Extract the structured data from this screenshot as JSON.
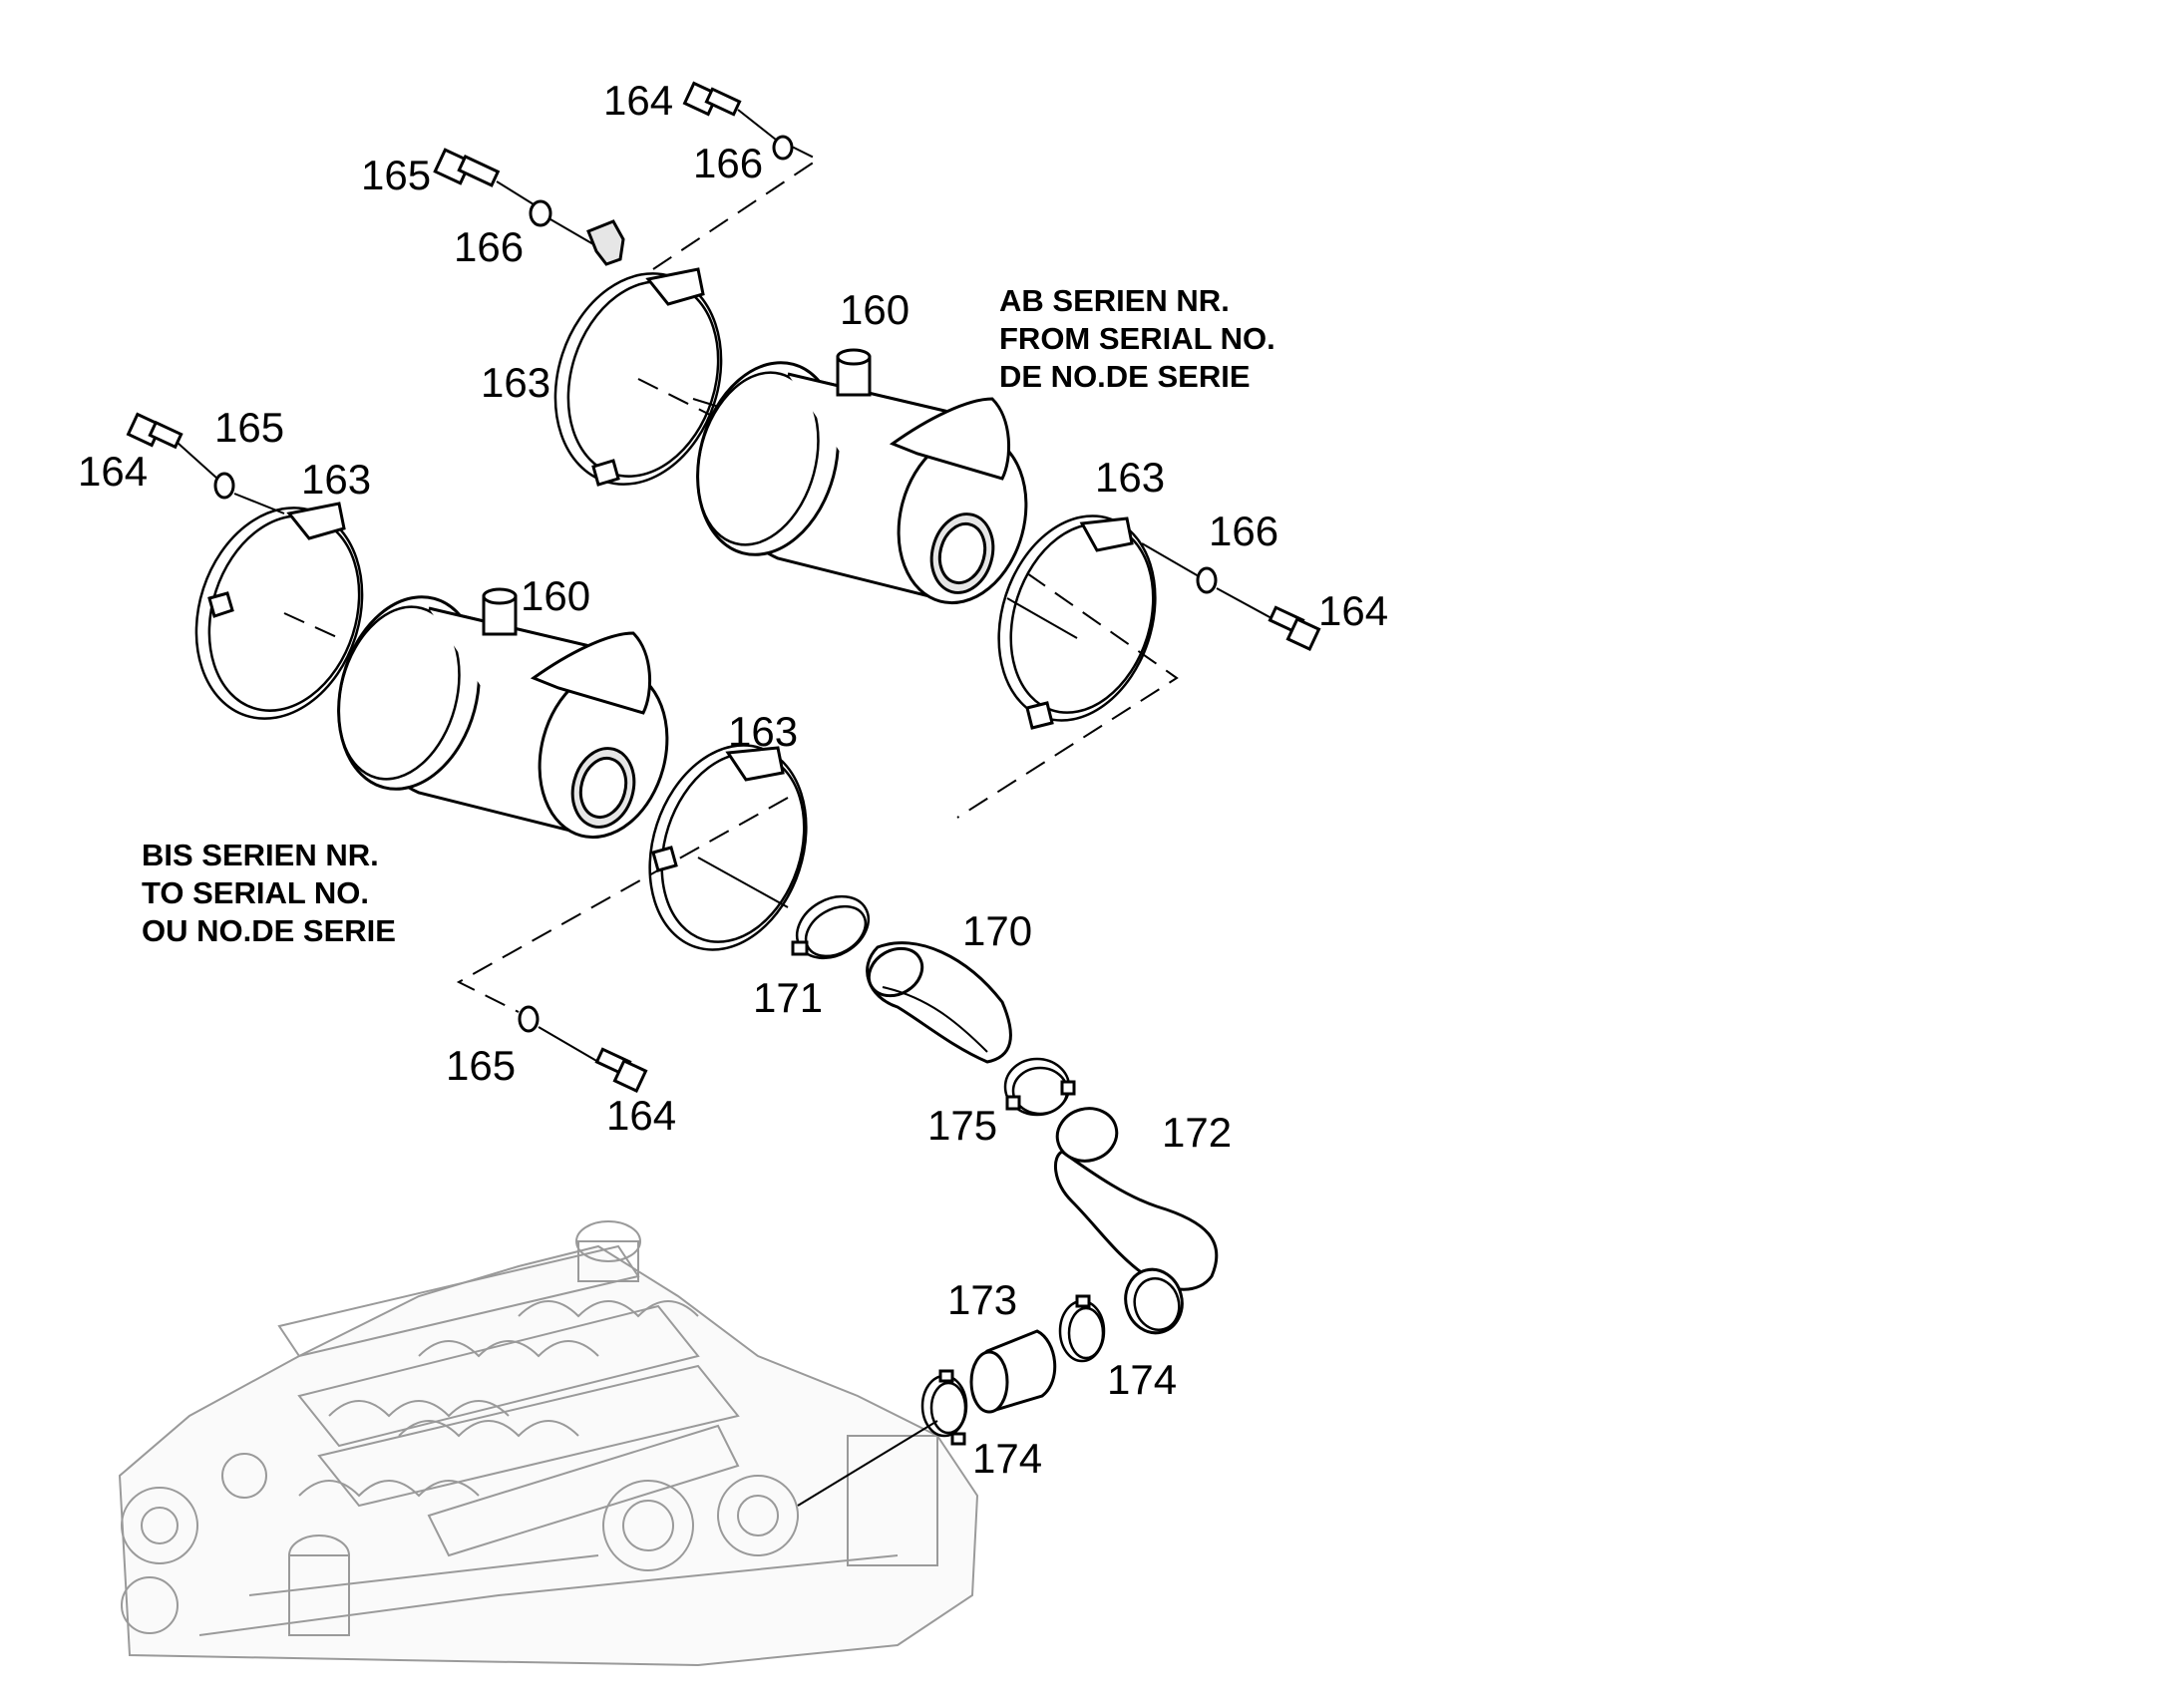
{
  "callouts": {
    "c164_a": "164",
    "c166_a": "166",
    "c165_a": "165",
    "c166_b": "166",
    "c160_a": "160",
    "c163_a": "163",
    "c165_b": "165",
    "c164_b": "164",
    "c163_b": "163",
    "c163_c": "163",
    "c166_c": "166",
    "c164_c": "164",
    "c160_b": "160",
    "c163_d": "163",
    "c170": "170",
    "c171": "171",
    "c165_c": "165",
    "c164_d": "164",
    "c175": "175",
    "c172": "172",
    "c173": "173",
    "c174_a": "174",
    "c174_b": "174"
  },
  "notes": {
    "from_serial": [
      "AB SERIEN NR.",
      "FROM SERIAL NO.",
      "DE NO.DE SERIE"
    ],
    "to_serial": [
      "BIS SERIEN NR.",
      "TO SERIAL NO.",
      "OU NO.DE SERIE"
    ]
  }
}
